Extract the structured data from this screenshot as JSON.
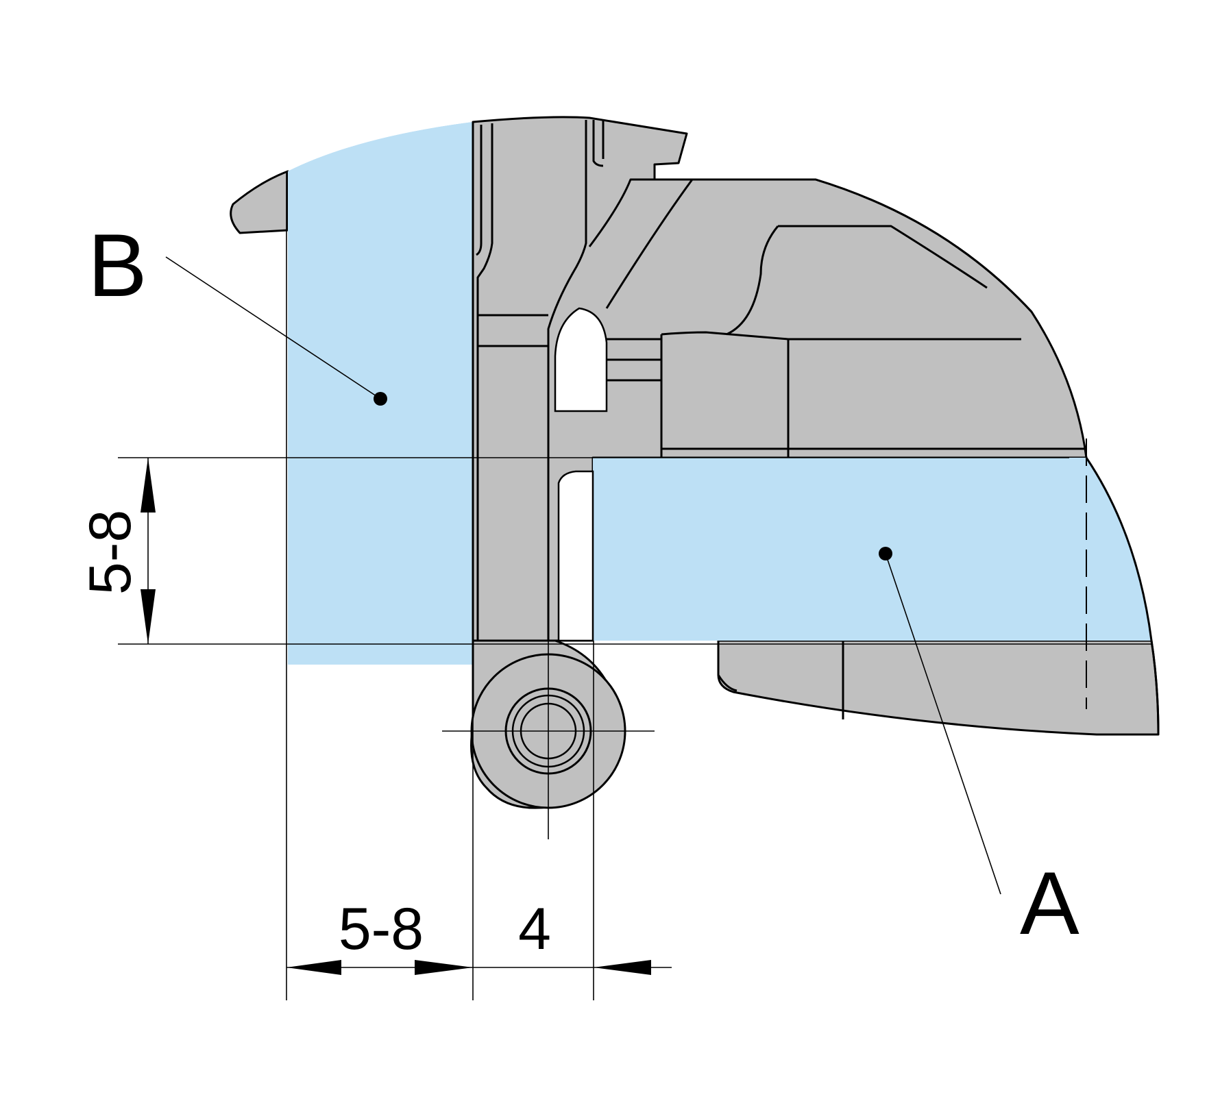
{
  "labels": {
    "part_a": "A",
    "part_b": "B"
  },
  "dimensions": {
    "vertical_gap": "5-8",
    "horizontal_gap": "5-8",
    "hinge_width": "4"
  },
  "colors": {
    "panel_fill": "#bde0f5",
    "hinge_fill": "#c0c0c0",
    "line": "#000000"
  }
}
